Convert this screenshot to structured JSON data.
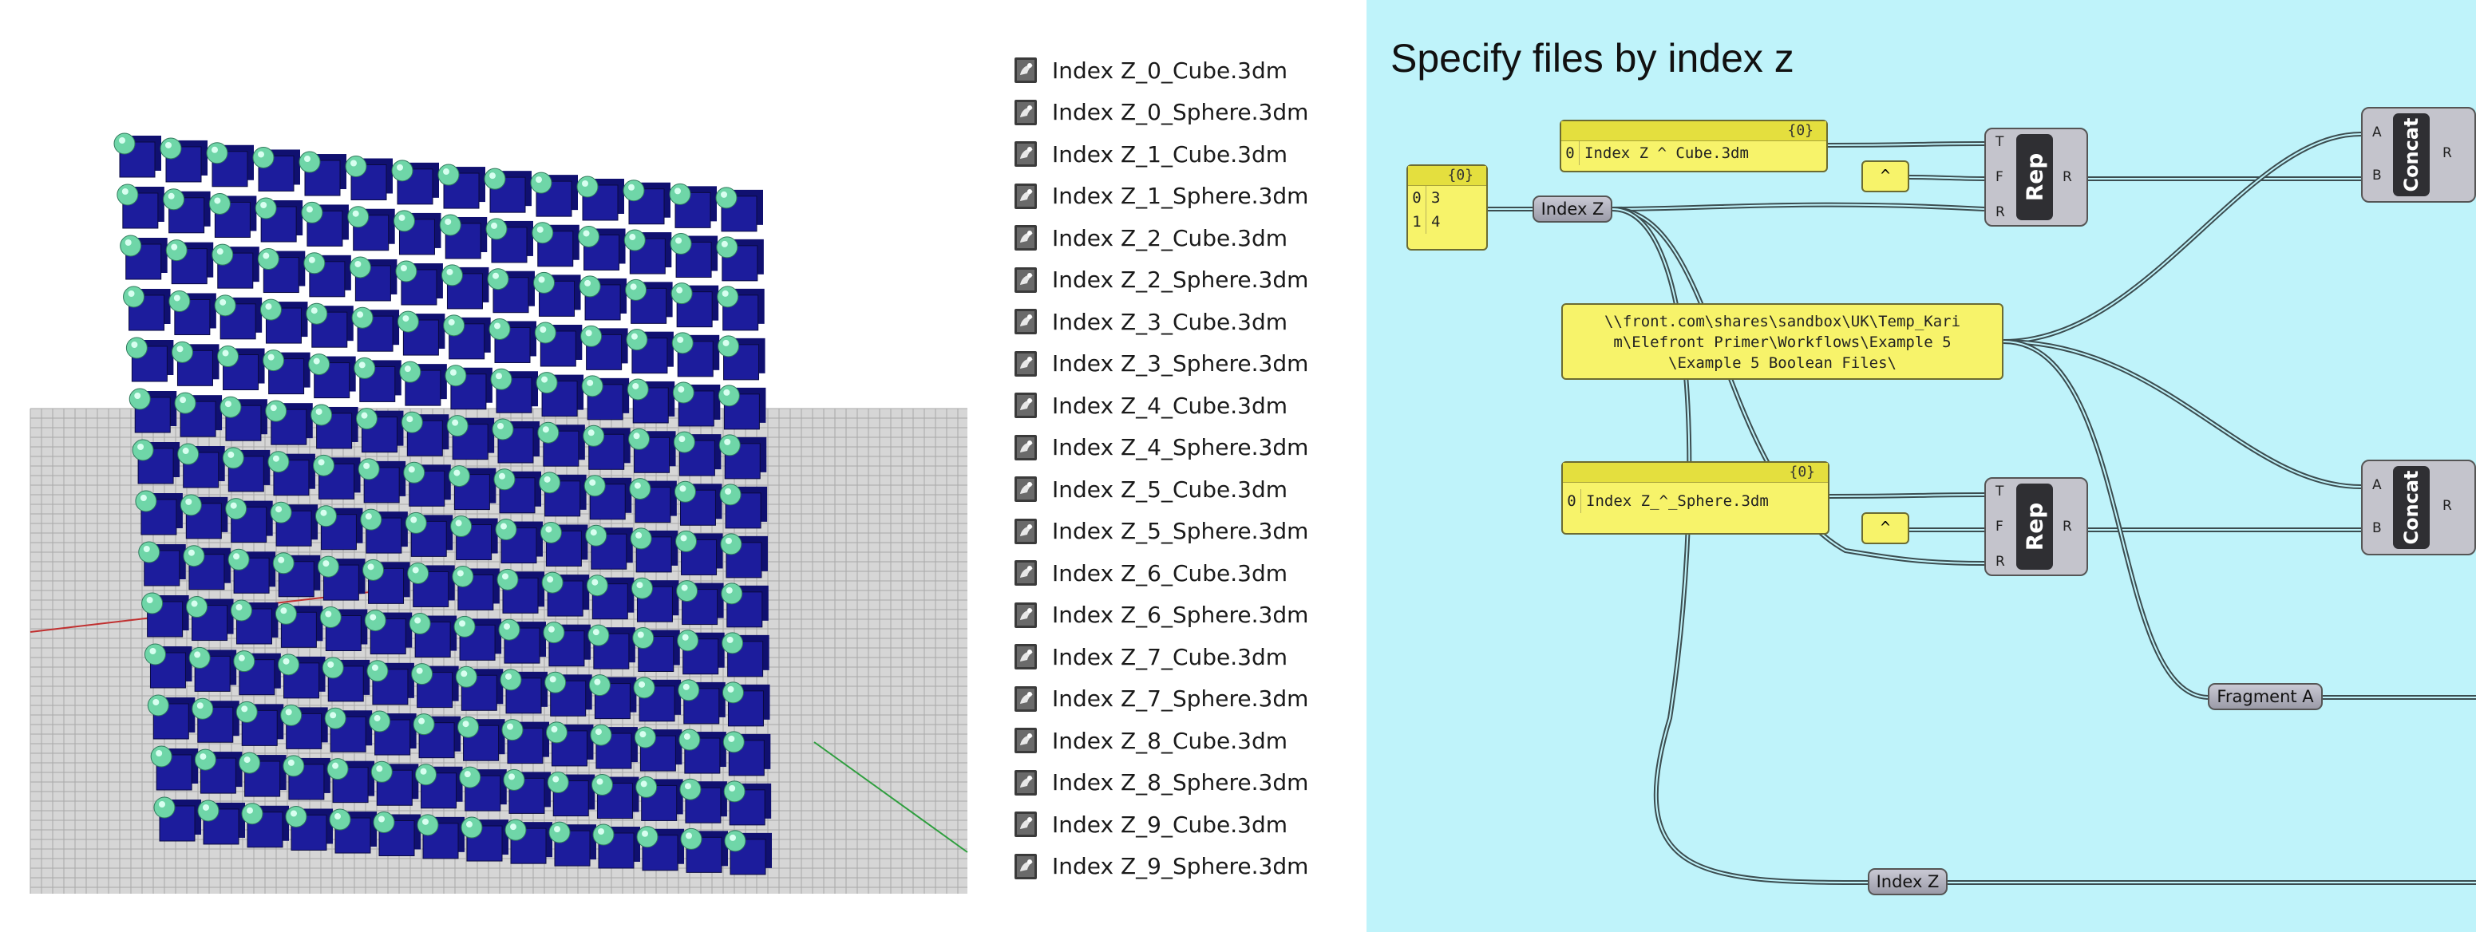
{
  "files": [
    "Index Z_0_Cube.3dm",
    "Index Z_0_Sphere.3dm",
    "Index Z_1_Cube.3dm",
    "Index Z_1_Sphere.3dm",
    "Index Z_2_Cube.3dm",
    "Index Z_2_Sphere.3dm",
    "Index Z_3_Cube.3dm",
    "Index Z_3_Sphere.3dm",
    "Index Z_4_Cube.3dm",
    "Index Z_4_Sphere.3dm",
    "Index Z_5_Cube.3dm",
    "Index Z_5_Sphere.3dm",
    "Index Z_6_Cube.3dm",
    "Index Z_6_Sphere.3dm",
    "Index Z_7_Cube.3dm",
    "Index Z_7_Sphere.3dm",
    "Index Z_8_Cube.3dm",
    "Index Z_8_Sphere.3dm",
    "Index Z_9_Cube.3dm",
    "Index Z_9_Sphere.3dm"
  ],
  "canvas": {
    "title": "Specify files by index z",
    "index_panel": {
      "header": "{0}",
      "rows": [
        {
          "i": "0",
          "v": "3"
        },
        {
          "i": "1",
          "v": "4"
        }
      ]
    },
    "cube_panel": {
      "header": "{0}",
      "index": "0",
      "text": "Index Z ^ Cube.3dm"
    },
    "sphere_panel": {
      "header": "{0}",
      "index": "0",
      "text": "Index Z_^_Sphere.3dm"
    },
    "path_panel": {
      "line1": "\\\\front.com\\shares\\sandbox\\UK\\Temp_Kari",
      "line2": "m\\Elefront Primer\\Workflows\\Example 5",
      "line3": "\\Example 5 Boolean Files\\"
    },
    "caret_label": "^",
    "relay_index_z": "Index Z",
    "relay_fragment_a": "Fragment A",
    "relay_index_z_bottom": "Index Z",
    "rep": {
      "label": "Rep",
      "in_t": "T",
      "in_f": "F",
      "in_r": "R",
      "out": "R"
    },
    "concat": {
      "label": "Concat",
      "in_a": "A",
      "in_b": "B",
      "out": "R"
    }
  },
  "colors": {
    "canvas_bg": "#bff3fa",
    "panel_yellow": "#f7f36a",
    "cube_blue": "#1c1c9c",
    "sphere_green": "#6fd6a8",
    "wire": "#3b4c4f"
  }
}
